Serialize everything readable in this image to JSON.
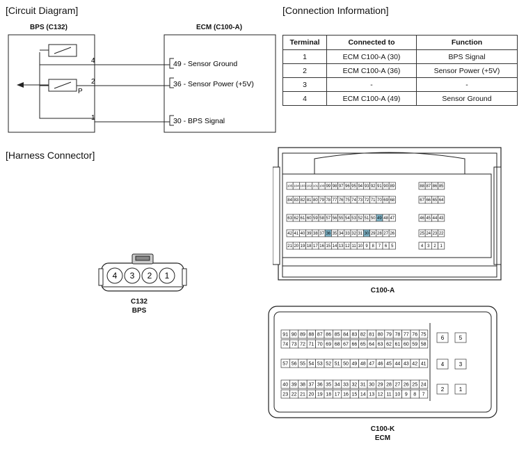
{
  "titles": {
    "circuit": "[Circuit Diagram]",
    "connection": "[Connection Information]",
    "harness": "[Harness Connector]"
  },
  "circuit": {
    "left_label": "BPS (C132)",
    "right_label": "ECM (C100-A)",
    "p_marker": "P",
    "pins": [
      {
        "left": "4",
        "right": "49 - Sensor Ground"
      },
      {
        "left": "2",
        "right": "36 - Sensor Power (+5V)"
      },
      {
        "left": "1",
        "right": "30 - BPS Signal"
      }
    ]
  },
  "connection_table": {
    "headers": [
      "Terminal",
      "Connected to",
      "Function"
    ],
    "rows": [
      [
        "1",
        "ECM C100-A (30)",
        "BPS Signal"
      ],
      [
        "2",
        "ECM C100-A (36)",
        "Sensor Power (+5V)"
      ],
      [
        "3",
        "-",
        "-"
      ],
      [
        "4",
        "ECM C100-A (49)",
        "Sensor Ground"
      ]
    ]
  },
  "bps_connector": {
    "pins": [
      "4",
      "3",
      "2",
      "1"
    ],
    "label1": "C132",
    "label2": "BPS"
  },
  "c100a": {
    "label": "C100-A",
    "highlight": [
      "49",
      "36",
      "30"
    ],
    "highlight_color": "#7fb5c9",
    "rows": [
      {
        "main": [
          "105",
          "104",
          "103",
          "102",
          "101",
          "100",
          "99",
          "98",
          "97",
          "96",
          "95",
          "94",
          "93",
          "92",
          "91",
          "90",
          "89"
        ],
        "side": [
          "88",
          "87",
          "86",
          "85"
        ]
      },
      {
        "main": [
          "84",
          "83",
          "82",
          "81",
          "80",
          "79",
          "78",
          "77",
          "76",
          "75",
          "74",
          "73",
          "72",
          "71",
          "70",
          "69",
          "68"
        ],
        "side": [
          "67",
          "66",
          "65",
          "64"
        ]
      },
      {
        "main": [
          "63",
          "62",
          "61",
          "60",
          "59",
          "58",
          "57",
          "56",
          "55",
          "54",
          "53",
          "52",
          "51",
          "50",
          "49",
          "48",
          "47"
        ],
        "side": [
          "46",
          "45",
          "44",
          "43"
        ]
      },
      {
        "main": [
          "42",
          "41",
          "40",
          "39",
          "38",
          "37",
          "36",
          "35",
          "34",
          "33",
          "32",
          "31",
          "30",
          "29",
          "28",
          "27",
          "26"
        ],
        "side": [
          "25",
          "24",
          "23",
          "22"
        ]
      },
      {
        "main": [
          "21",
          "20",
          "19",
          "18",
          "17",
          "16",
          "15",
          "14",
          "13",
          "12",
          "11",
          "10",
          "9",
          "8",
          "7",
          "6",
          "5"
        ],
        "side": [
          "4",
          "3",
          "2",
          "1"
        ]
      }
    ]
  },
  "c100k": {
    "label1": "C100-K",
    "label2": "ECM",
    "rows": [
      [
        "91",
        "90",
        "89",
        "88",
        "87",
        "86",
        "85",
        "84",
        "83",
        "82",
        "81",
        "80",
        "79",
        "78",
        "77",
        "76",
        "75"
      ],
      [
        "74",
        "73",
        "72",
        "71",
        "70",
        "69",
        "68",
        "67",
        "66",
        "65",
        "64",
        "63",
        "62",
        "61",
        "60",
        "59",
        "58"
      ],
      [
        "57",
        "56",
        "55",
        "54",
        "53",
        "52",
        "51",
        "50",
        "49",
        "48",
        "47",
        "46",
        "45",
        "44",
        "43",
        "42",
        "41"
      ],
      [
        "40",
        "39",
        "38",
        "37",
        "36",
        "35",
        "34",
        "33",
        "32",
        "31",
        "30",
        "29",
        "28",
        "27",
        "26",
        "25",
        "24"
      ],
      [
        "23",
        "22",
        "21",
        "20",
        "19",
        "18",
        "17",
        "16",
        "15",
        "14",
        "13",
        "12",
        "11",
        "10",
        "9",
        "8",
        "7"
      ]
    ],
    "side": [
      "6",
      "5",
      "4",
      "3",
      "2",
      "1"
    ]
  }
}
